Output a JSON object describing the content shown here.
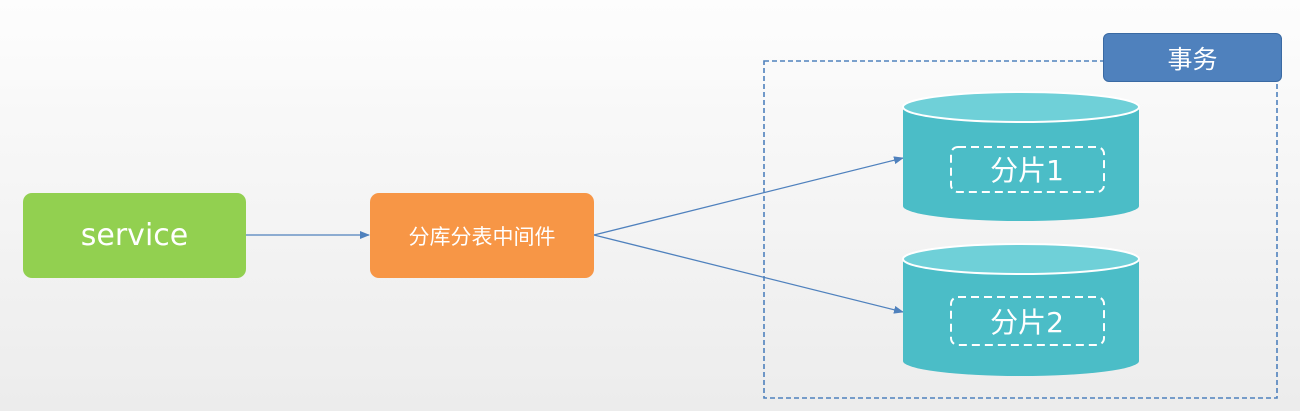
{
  "nodes": {
    "service": "service",
    "middleware": "分库分表中间件"
  },
  "transaction": {
    "label": "事务"
  },
  "shards": [
    {
      "label": "分片1"
    },
    {
      "label": "分片2"
    }
  ],
  "colors": {
    "service": "#92d050",
    "middleware": "#f79646",
    "shard": "#4bbdc7",
    "transaction": "#4f81bd",
    "arrow": "#4f81bd"
  }
}
